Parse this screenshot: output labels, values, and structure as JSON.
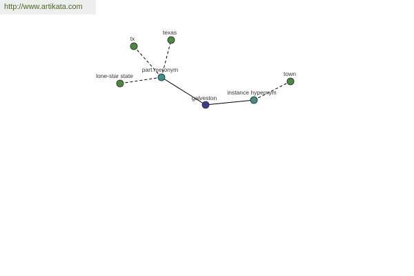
{
  "header": {
    "url_text": "http://www.artikata.com"
  },
  "colors": {
    "leaf_node": "#4e8a3e",
    "relation_node": "#3f8f8c",
    "center_node": "#3b3f86",
    "edge": "#000000",
    "url_text": "#4a6b1f",
    "url_background": "#eeeeee"
  },
  "graph": {
    "nodes": [
      {
        "id": "galveston",
        "label": "galveston",
        "kind": "center"
      },
      {
        "id": "part-meronym",
        "label": "part meronym",
        "kind": "relation"
      },
      {
        "id": "instance-hypernym",
        "label": "instance hypernym",
        "kind": "relation"
      },
      {
        "id": "tx",
        "label": "tx",
        "kind": "leaf"
      },
      {
        "id": "texas",
        "label": "texas",
        "kind": "leaf"
      },
      {
        "id": "lone-star-state",
        "label": "lone-star state",
        "kind": "leaf"
      },
      {
        "id": "town",
        "label": "town",
        "kind": "leaf"
      }
    ],
    "edges": [
      {
        "from": "galveston",
        "to": "part-meronym",
        "style": "solid"
      },
      {
        "from": "galveston",
        "to": "instance-hypernym",
        "style": "solid"
      },
      {
        "from": "part-meronym",
        "to": "tx",
        "style": "dashed"
      },
      {
        "from": "part-meronym",
        "to": "texas",
        "style": "dashed"
      },
      {
        "from": "part-meronym",
        "to": "lone-star-state",
        "style": "dashed"
      },
      {
        "from": "instance-hypernym",
        "to": "town",
        "style": "dashed"
      }
    ]
  }
}
